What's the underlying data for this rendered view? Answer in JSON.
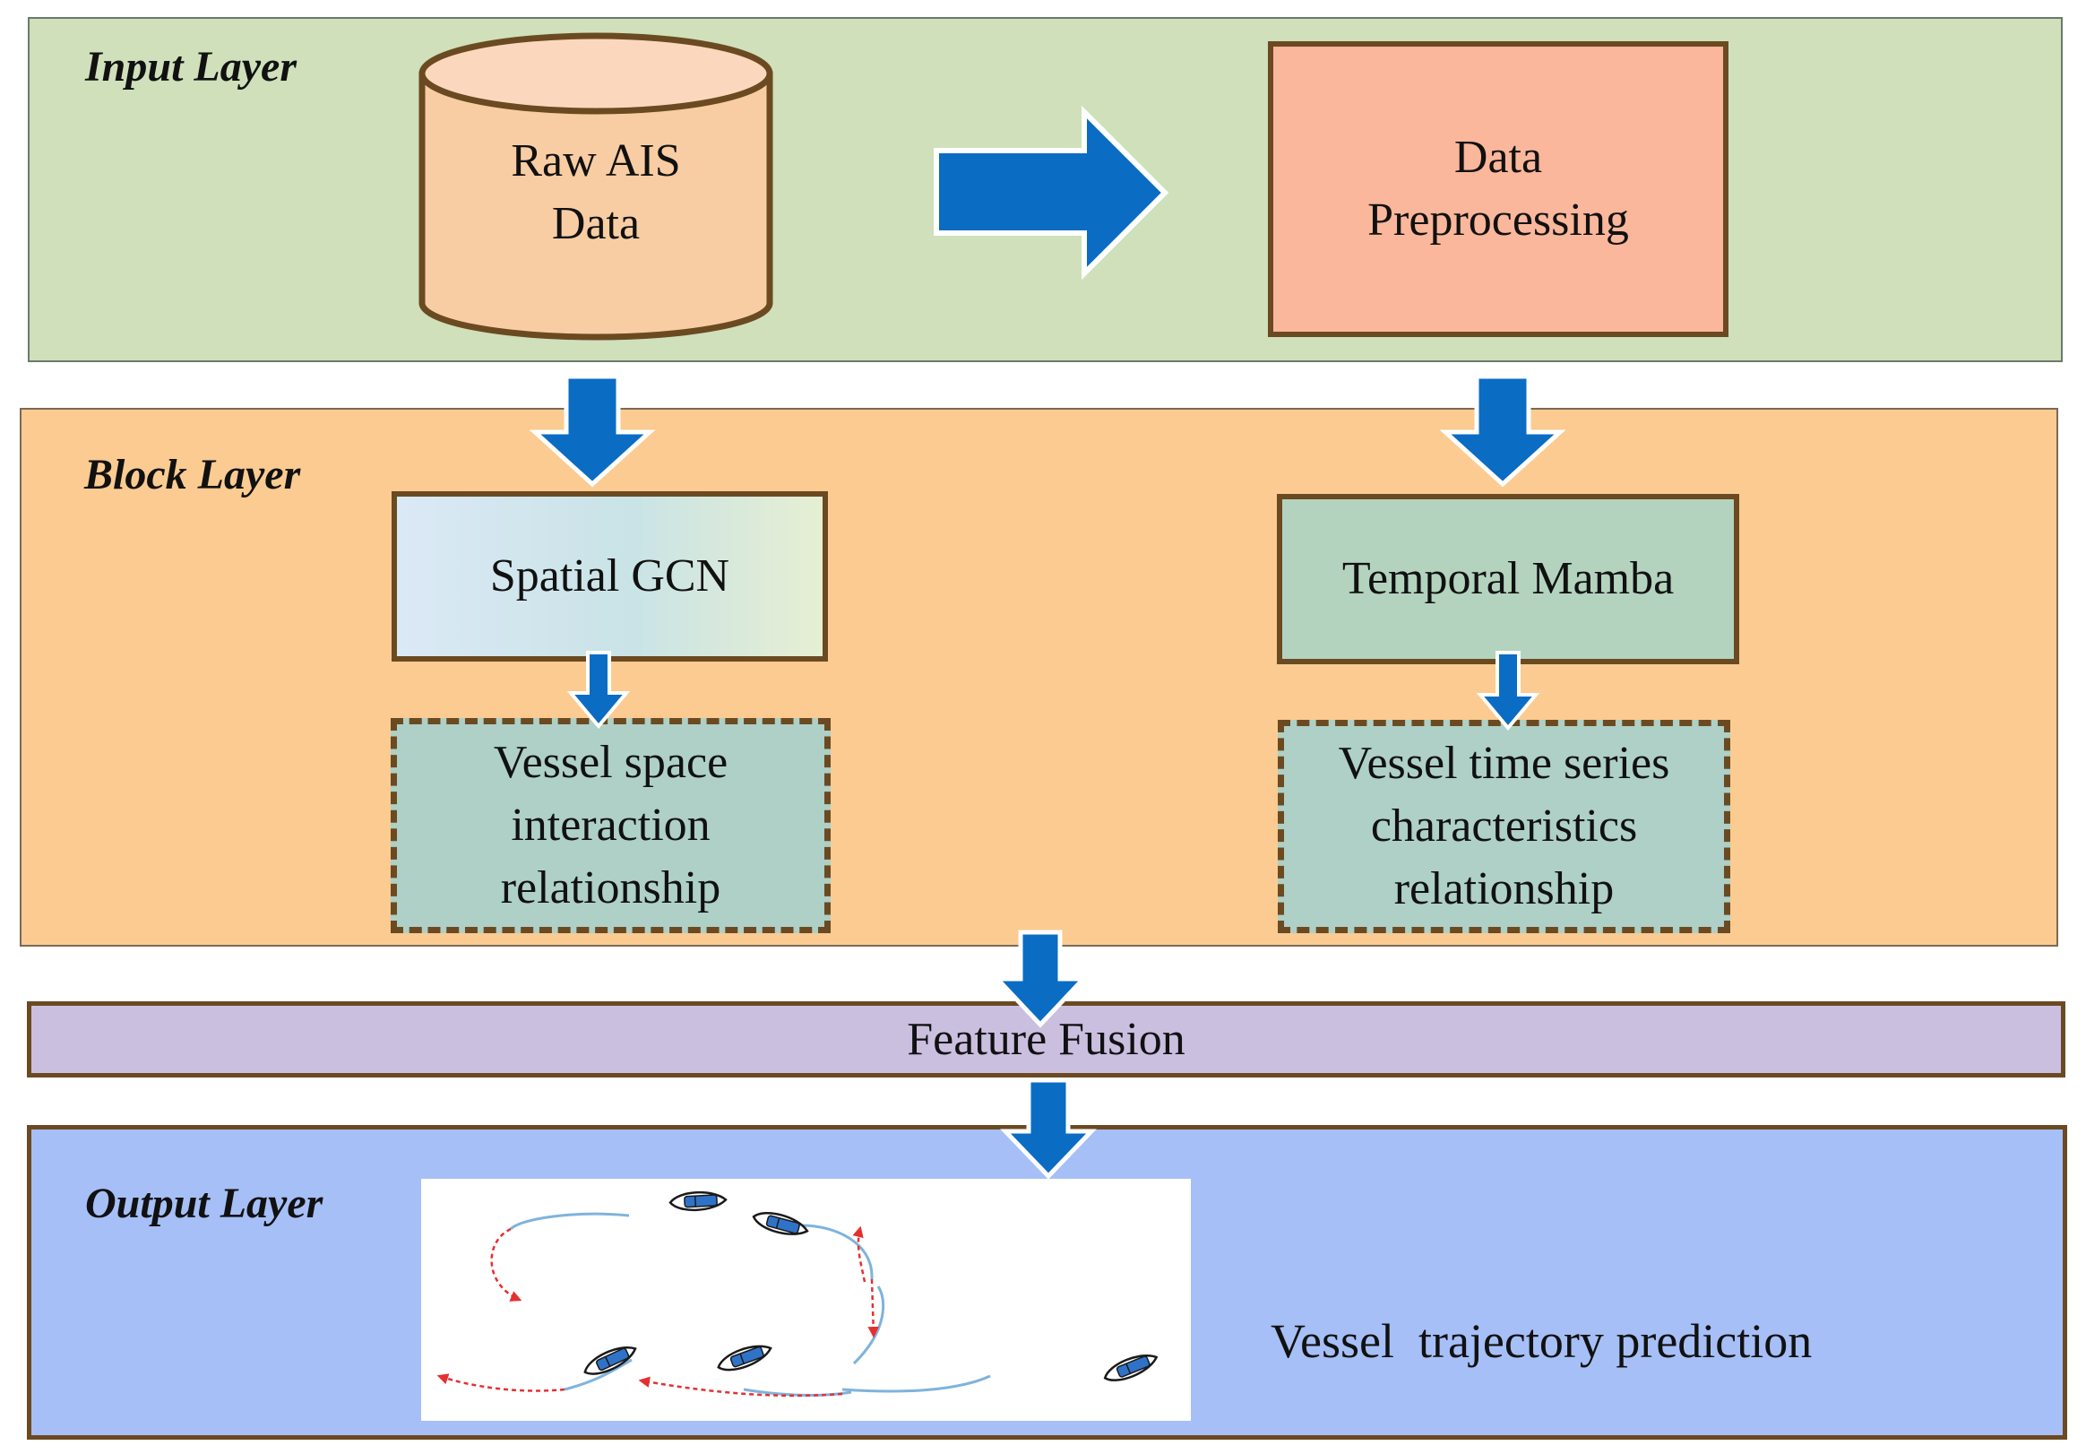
{
  "input_layer": {
    "title": "Input Layer",
    "database_label": "Raw AIS\nData",
    "preprocessing_label": "Data\nPreprocessing"
  },
  "block_layer": {
    "title": "Block Layer",
    "spatial_label": "Spatial GCN",
    "temporal_label": "Temporal Mamba",
    "spatial_output_label": "Vessel space\ninteraction\nrelationship",
    "temporal_output_label": "Vessel time series\ncharacteristics\nrelationship"
  },
  "fusion": {
    "label": "Feature Fusion"
  },
  "output_layer": {
    "title": "Output Layer",
    "prediction_label": "Vessel  trajectory prediction"
  },
  "colors": {
    "arrow": "#0b6cc4",
    "border": "#6b4a22",
    "input_bg": "#cfe0bb",
    "block_bg": "#fbcb91",
    "fusion_bg": "#cbbfe0",
    "output_bg": "#a6bff7",
    "trajectory_observed": "#7fb3dc",
    "trajectory_predicted": "#e53030"
  },
  "icons": [
    "database-icon",
    "arrow-right-icon",
    "arrow-down-icon",
    "vessel-icon"
  ]
}
